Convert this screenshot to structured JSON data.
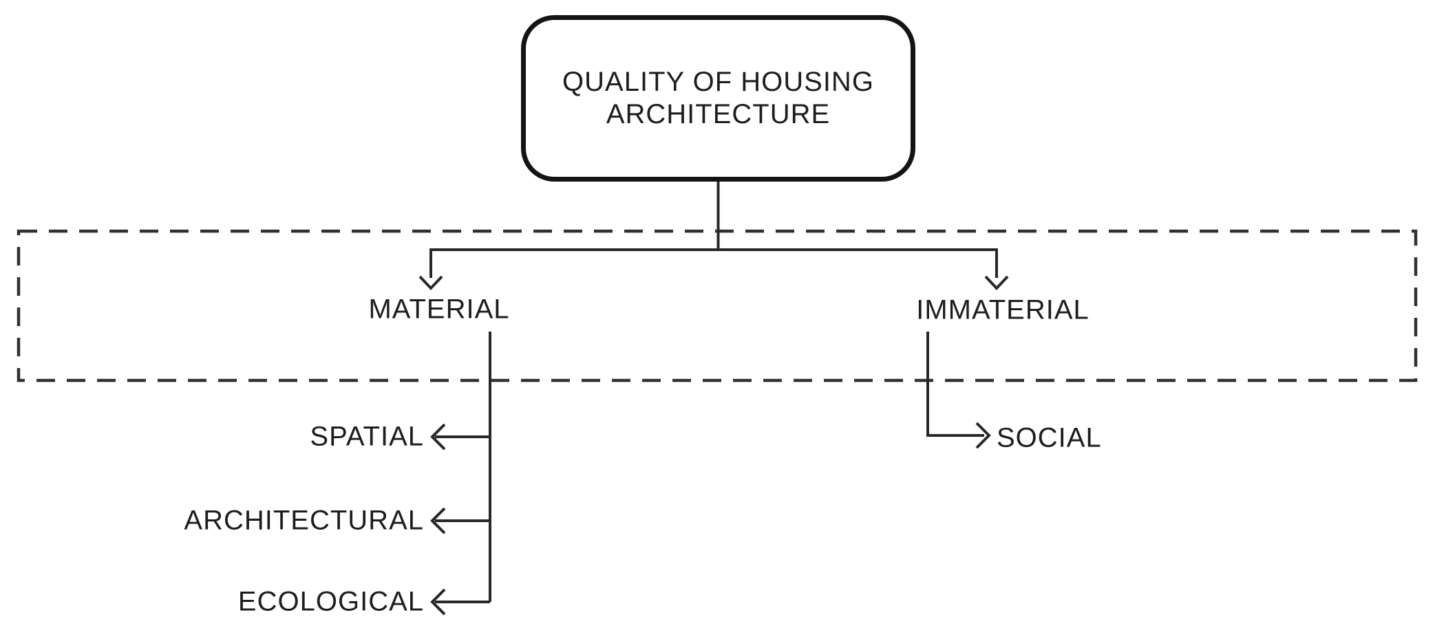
{
  "colors": {
    "background": "#ffffff",
    "line": "#282828",
    "text": "#1d1d1d",
    "root_box_border": "#141414",
    "dashed_group_border": "#303030"
  },
  "diagram": {
    "root": {
      "title_line1": "QUALITY OF HOUSING",
      "title_line2": "ARCHITECTURE"
    },
    "categories": [
      {
        "label": "MATERIAL",
        "children": [
          {
            "label": "SPATIAL"
          },
          {
            "label": "ARCHITECTURAL"
          },
          {
            "label": "ECOLOGICAL"
          }
        ]
      },
      {
        "label": "IMMATERIAL",
        "children": [
          {
            "label": "SOCIAL"
          }
        ]
      }
    ]
  }
}
